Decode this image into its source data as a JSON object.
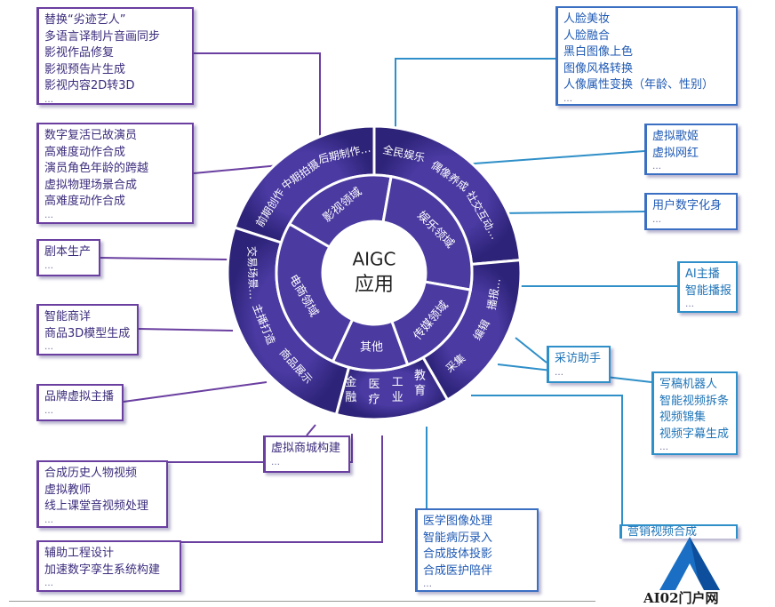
{
  "center": {
    "line1": "AIGC",
    "line2": "应用"
  },
  "inner_ring": {
    "film": "影视领域",
    "entertainment": "娱乐领域",
    "media": "传媒领域",
    "other": "其他",
    "ecommerce": "电商领域"
  },
  "outer_ring": {
    "film": [
      "前期创作",
      "中期拍摄",
      "后期制作…"
    ],
    "entertainment": [
      "全民娱乐",
      "偶像养成",
      "社交互动…"
    ],
    "media": [
      "播报…",
      "编辑",
      "采集"
    ],
    "other": [
      "教育",
      "工业",
      "医疗",
      "金融"
    ],
    "ecommerce": [
      "商品展示",
      "主播打造",
      "交易场景…"
    ]
  },
  "boxes": {
    "film_post": {
      "lines": [
        "替换“劣迹艺人”",
        "多语言译制片音画同步",
        "影视作品修复",
        "影视预告片生成",
        "影视内容2D转3D"
      ],
      "more": "…"
    },
    "film_mid": {
      "lines": [
        "数字复活已故演员",
        "高难度动作合成",
        "演员角色年龄的跨越",
        "虚拟物理场景合成",
        "高难度动作合成"
      ],
      "more": "…"
    },
    "film_pre": {
      "lines": [
        "剧本生产"
      ],
      "more": "…"
    },
    "ent_fun": {
      "lines": [
        "人脸美妆",
        "人脸融合",
        "黑白图像上色",
        "图像风格转换",
        "人像属性变换（年龄、性别）"
      ],
      "more": "…"
    },
    "ent_idol": {
      "lines": [
        "虚拟歌姬",
        "虚拟网红"
      ],
      "more": "…"
    },
    "ent_social": {
      "lines": [
        "用户数字化身"
      ],
      "more": "…"
    },
    "media_broadcast": {
      "lines": [
        "AI主播",
        "智能播报"
      ],
      "more": "…"
    },
    "media_collect": {
      "lines": [
        "采访助手"
      ],
      "more": "…"
    },
    "media_edit": {
      "lines": [
        "写稿机器人",
        "智能视频拆条",
        "视频锦集",
        "视频字幕生成"
      ],
      "more": "…"
    },
    "media_marketing": {
      "lines": [
        "营销视频合成"
      ]
    },
    "ec_product": {
      "lines": [
        "智能商详",
        "商品3D模型生成"
      ],
      "more": "…"
    },
    "ec_anchor": {
      "lines": [
        "品牌虚拟主播"
      ],
      "more": "…"
    },
    "ec_mall": {
      "lines": [
        "虚拟商城构建"
      ],
      "more": "…"
    },
    "edu": {
      "lines": [
        "合成历史人物视频",
        "虚拟教师",
        "线上课堂音视频处理"
      ],
      "more": "…"
    },
    "industry": {
      "lines": [
        "辅助工程设计",
        "加速数字孪生系统构建"
      ],
      "more": "…"
    },
    "medical": {
      "lines": [
        "医学图像处理",
        "智能病历录入",
        "合成肢体投影",
        "合成医护陪伴"
      ],
      "more": "…"
    }
  },
  "logo": {
    "text": "AI02门户网"
  },
  "colors": {
    "ring_outer": "#3a2a86",
    "ring_inner": "#4b3aa0",
    "center": "#ffffff",
    "film_line": "#6a3fa0",
    "media_line": "#2f8fc8"
  }
}
